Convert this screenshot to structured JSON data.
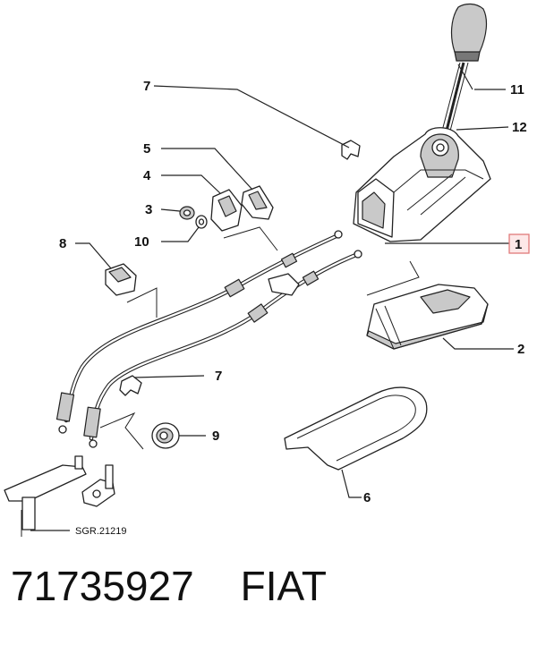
{
  "diagram": {
    "callouts": {
      "c1": "1",
      "c2": "2",
      "c3": "3",
      "c4": "4",
      "c5": "5",
      "c6": "6",
      "c7a": "7",
      "c7b": "7",
      "c8": "8",
      "c9": "9",
      "c10": "10",
      "c11": "11",
      "c12": "12"
    },
    "highlighted_callout": "1",
    "highlight_color": "#e07a7a",
    "reference": "SGR.21219"
  },
  "footer": {
    "part_number": "71735927",
    "manufacturer": "FIAT"
  }
}
